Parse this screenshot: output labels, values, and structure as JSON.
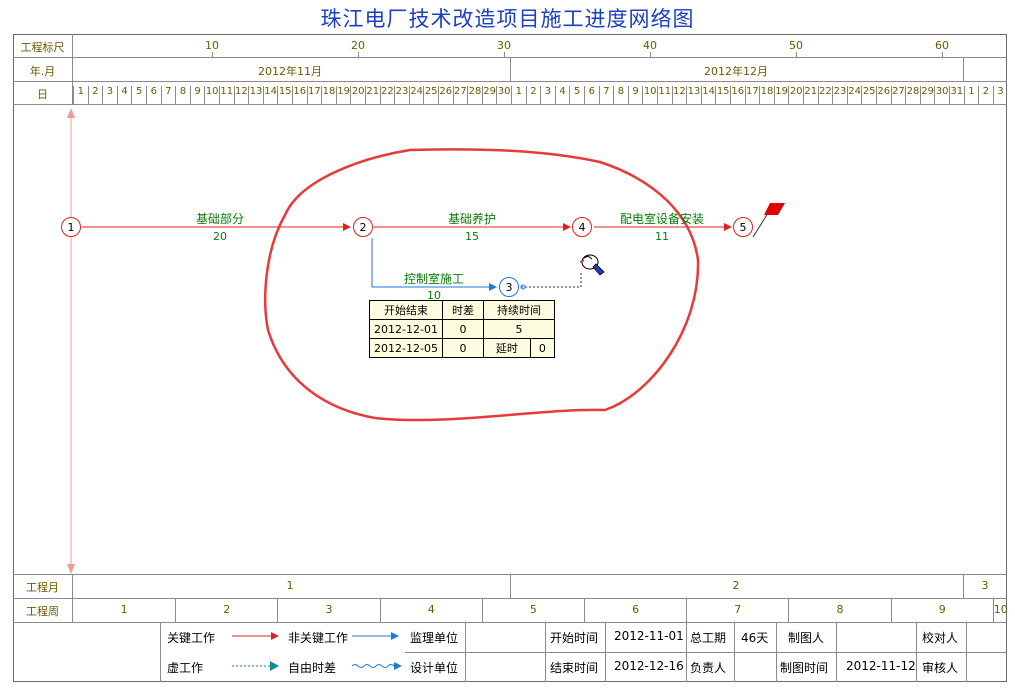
{
  "title": "珠江电厂技术改造项目施工进度网络图",
  "header": {
    "scale_label": "工程标尺",
    "scale_ticks": [
      "10",
      "20",
      "30",
      "40",
      "50",
      "60"
    ],
    "month_row_label": "年.月",
    "months": [
      "2012年11月",
      "2012年12月"
    ],
    "day_row_label": "日",
    "days": [
      "1",
      "2",
      "3",
      "4",
      "5",
      "6",
      "7",
      "8",
      "9",
      "10",
      "11",
      "12",
      "13",
      "14",
      "15",
      "16",
      "17",
      "18",
      "19",
      "20",
      "21",
      "22",
      "23",
      "24",
      "25",
      "26",
      "27",
      "28",
      "29",
      "30",
      "1",
      "2",
      "3",
      "4",
      "5",
      "6",
      "7",
      "8",
      "9",
      "10",
      "11",
      "12",
      "13",
      "14",
      "15",
      "16",
      "17",
      "18",
      "19",
      "20",
      "21",
      "22",
      "23",
      "24",
      "25",
      "26",
      "27",
      "28",
      "29",
      "30",
      "31",
      "1",
      "2",
      "3"
    ]
  },
  "network": {
    "nodes": [
      "1",
      "2",
      "3",
      "4",
      "5"
    ],
    "activities": [
      {
        "name": "基础部分",
        "duration": "20"
      },
      {
        "name": "基础养护",
        "duration": "15"
      },
      {
        "name": "配电室设备安装",
        "duration": "11"
      },
      {
        "name": "控制室施工",
        "duration": "10"
      }
    ],
    "popup": {
      "headers": [
        "开始结束",
        "时差",
        "持续时间"
      ],
      "start": "2012-12-01",
      "float1": "0",
      "duration": "5",
      "end": "2012-12-05",
      "float2": "0",
      "delay_label": "延时",
      "delay": "0"
    }
  },
  "footer": {
    "month_label": "工程月",
    "months": [
      "1",
      "2",
      "3"
    ],
    "week_label": "工程周",
    "weeks": [
      "1",
      "2",
      "3",
      "4",
      "5",
      "6",
      "7",
      "8",
      "9",
      "10"
    ]
  },
  "legend": {
    "critical": "关键工作",
    "noncritical": "非关键工作",
    "virtual": "虚工作",
    "free_float": "自由时差",
    "supervisor_label": "监理单位",
    "designer_label": "设计单位",
    "start_time_label": "开始时间",
    "start_time": "2012-11-01",
    "end_time_label": "结束时间",
    "end_time": "2012-12-16",
    "total_label": "总工期",
    "total": "46天",
    "owner_label": "负责人",
    "drafter_label": "制图人",
    "draw_time_label": "制图时间",
    "draw_time": "2012-11-12",
    "checker_label": "校对人",
    "reviewer_label": "审核人"
  },
  "colors": {
    "critical": "#e02020",
    "noncritical": "#1f7ad6",
    "virtual": "#108a8a",
    "annotation": "#e83a3a"
  }
}
